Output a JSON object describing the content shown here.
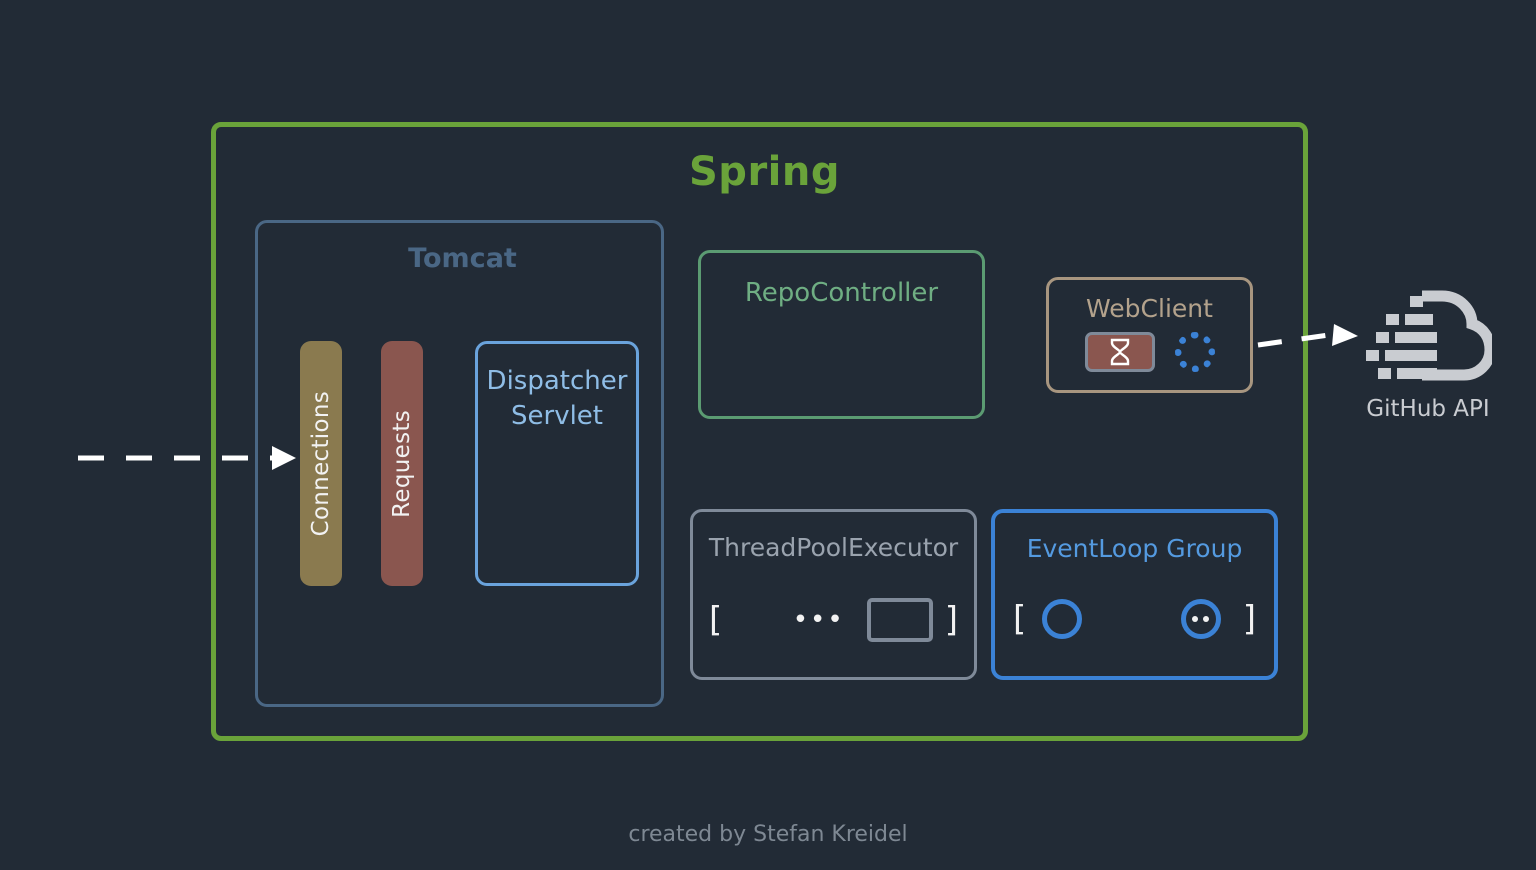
{
  "diagram": {
    "background_color": "#222b36",
    "footer": "created by Stefan Kreidel",
    "spring": {
      "title": "Spring",
      "accent_color": "#6aa33a"
    },
    "tomcat": {
      "title": "Tomcat",
      "accent_color": "#4a6785",
      "bars": [
        {
          "label": "Connections",
          "color": "#8a7a4f"
        },
        {
          "label": "Requests",
          "color": "#8a564f"
        }
      ],
      "dispatcher": {
        "label": "Dispatcher\nServlet",
        "line1": "Dispatcher",
        "line2": "Servlet",
        "accent_color": "#6aa3dc"
      }
    },
    "repo_controller": {
      "label": "RepoController",
      "accent_color": "#5b9b72"
    },
    "web_client": {
      "label": "WebClient",
      "accent_color": "#a89680",
      "icons": [
        {
          "name": "hourglass-icon",
          "glyph": "⧖"
        },
        {
          "name": "spinner-icon",
          "glyph": ""
        }
      ]
    },
    "thread_pool_executor": {
      "label": "ThreadPoolExecutor",
      "accent_color": "#7f8a99",
      "open_bracket": "[",
      "close_bracket": "]",
      "dots": "•••"
    },
    "event_loop_group": {
      "label": "EventLoop Group",
      "accent_color": "#3b82d6",
      "open_bracket": "[",
      "close_bracket": "]"
    },
    "github": {
      "label": "GitHub API",
      "icon": "cloud-icon",
      "color": "#c9ccd1"
    },
    "arrows": [
      {
        "name": "incoming-request-arrow",
        "style": "dashed",
        "color": "#ffffff"
      },
      {
        "name": "webclient-to-github-arrow",
        "style": "dashed",
        "color": "#ffffff"
      }
    ]
  }
}
